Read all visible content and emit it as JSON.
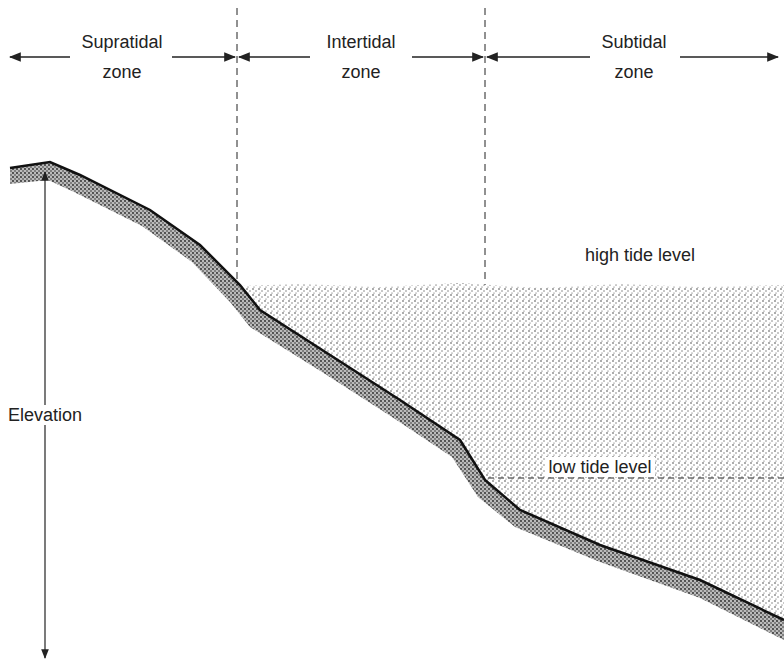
{
  "diagram": {
    "labels": [
      "Supratidal zone",
      "Intertidal zone",
      "Subtidal zone",
      "high tide level",
      "low tide level",
      "Elevation"
    ]
  }
}
